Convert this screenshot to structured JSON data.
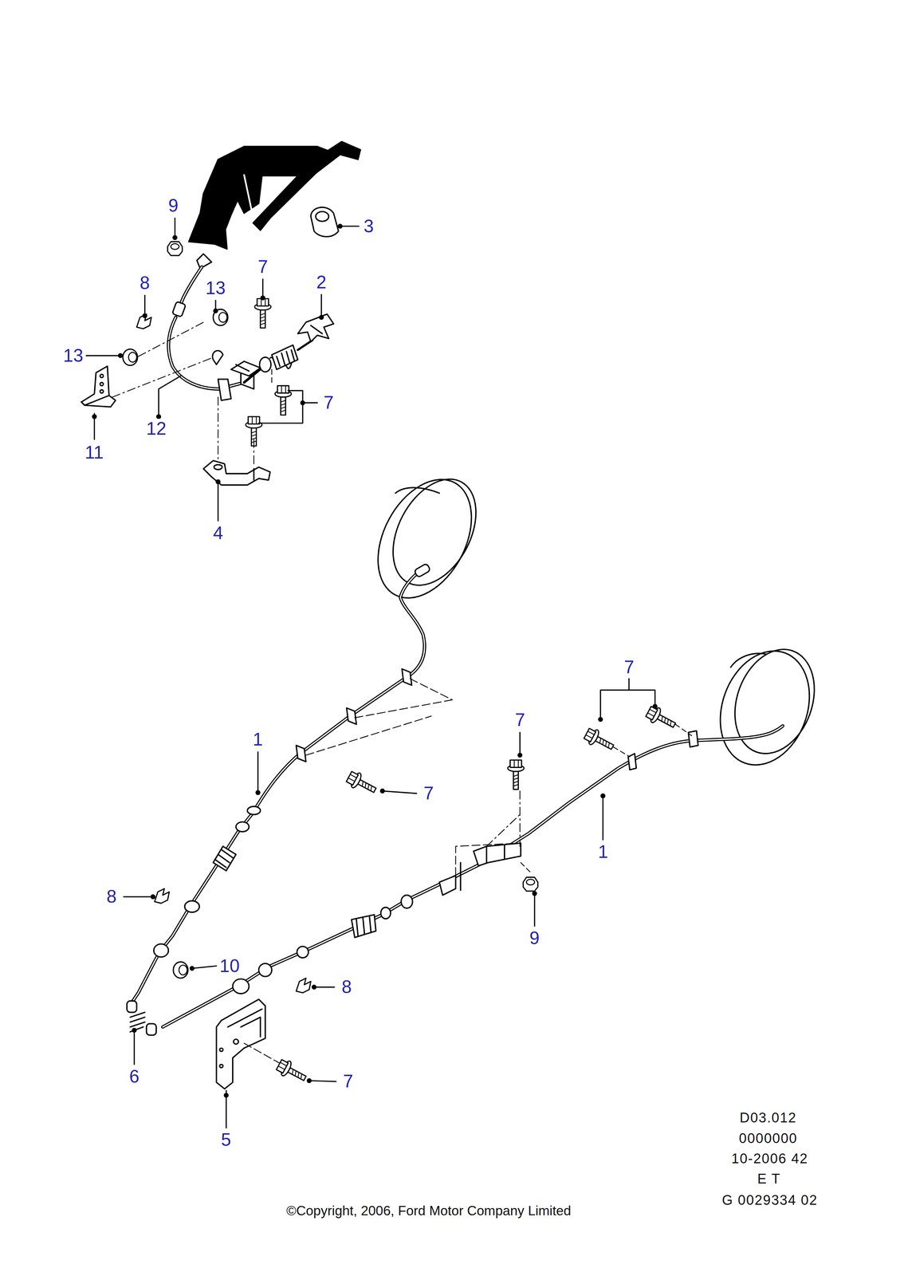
{
  "diagram": {
    "caption": "©Copyright, 2006, Ford Motor Company Limited",
    "labels": [
      "9",
      "3",
      "7",
      "2",
      "8",
      "13",
      "13",
      "7",
      "12",
      "11",
      "4",
      "7",
      "7",
      "1",
      "7",
      "1",
      "8",
      "9",
      "10",
      "8",
      "6",
      "7",
      "5",
      "D03.012",
      "0000000",
      "10-2006 42",
      "E T",
      "G 0029334 02"
    ]
  }
}
